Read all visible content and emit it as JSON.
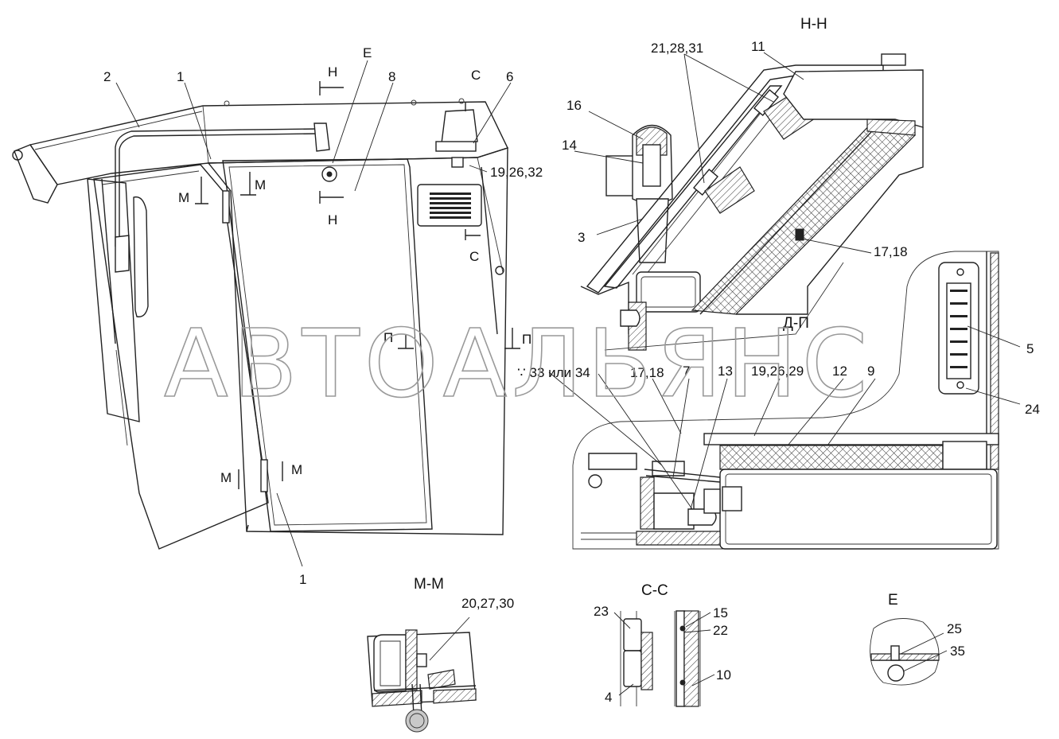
{
  "watermark": "АВТОАЛЬЯНС",
  "views": {
    "main": {
      "callouts": [
        "2",
        "1",
        "Н",
        "Е",
        "8",
        "С",
        "6",
        "19,26,32",
        "М",
        "М",
        "Н",
        "С",
        "П",
        "П",
        "М",
        "М",
        "1"
      ]
    },
    "nn": {
      "title": "Н-Н",
      "callouts": [
        "21,28,31",
        "11",
        "16",
        "14",
        "3",
        "17,18"
      ]
    },
    "pp": {
      "title": "Д-П",
      "callouts": [
        "33 или 34",
        "17,18",
        "7",
        "13",
        "19,26,29",
        "12",
        "9",
        "5",
        "24"
      ]
    },
    "mm": {
      "title": "М-М",
      "callouts": [
        "20,27,30"
      ]
    },
    "cc": {
      "title": "С-С",
      "callouts": [
        "23",
        "15",
        "22",
        "10",
        "4"
      ]
    },
    "e": {
      "title": "Е",
      "callouts": [
        "25",
        "35"
      ]
    }
  }
}
